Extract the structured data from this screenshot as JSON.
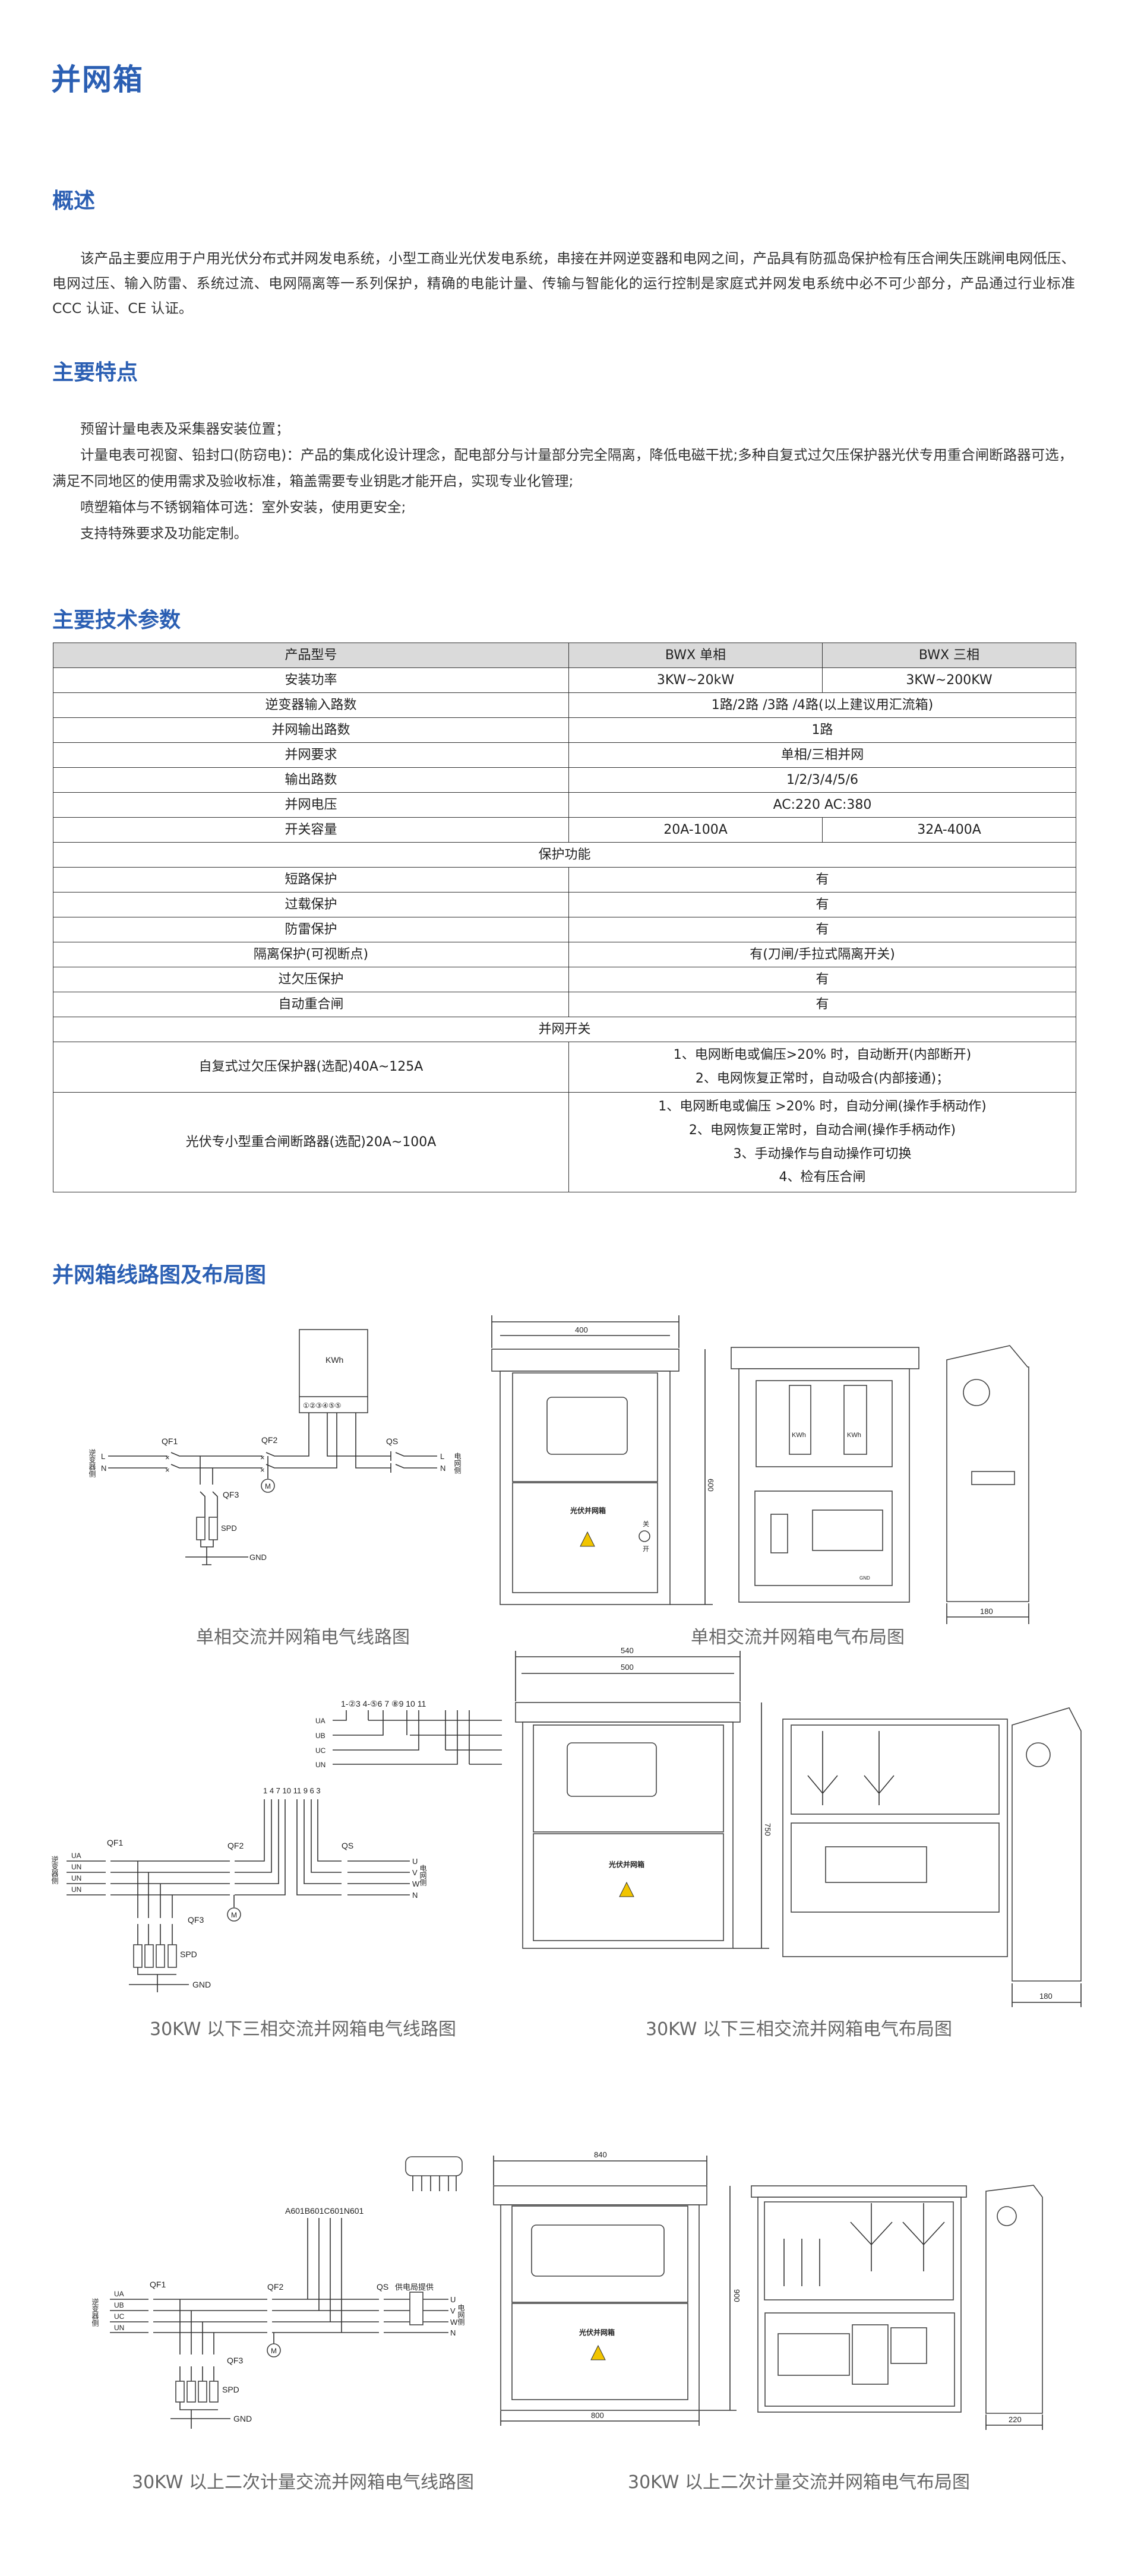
{
  "page_title": "并网箱",
  "overview": {
    "heading": "概述",
    "text": "该产品主要应用于户用光伏分布式并网发电系统，小型工商业光伏发电系统，串接在并网逆变器和电网之间，产品具有防孤岛保护检有压合闸失压跳闸电网低压、电网过压、输入防雷、系统过流、电网隔离等一系列保护，精确的电能计量、传输与智能化的运行控制是家庭式并网发电系统中必不可少部分，产品通过行业标准 CCC 认证、CE 认证。"
  },
  "features": {
    "heading": "主要特点",
    "items": [
      "预留计量电表及采集器安装位置；",
      "计量电表可视窗、铅封口(防窃电)：产品的集成化设计理念，配电部分与计量部分完全隔离，降低电磁干扰;多种自复式过欠压保护器光伏专用重合闸断路器可选，满足不同地区的使用需求及验收标准，箱盖需要专业钥匙才能开启，实现专业化管理;",
      "喷塑箱体与不锈钢箱体可选：室外安装，使用更安全;",
      "支持特殊要求及功能定制。"
    ]
  },
  "specs": {
    "heading": "主要技术参数",
    "header": [
      "产品型号",
      "BWX 单相",
      "BWX 三相"
    ],
    "rows": [
      {
        "label": "安装功率",
        "values": [
          "3KW~20kW",
          "3KW~200KW"
        ]
      },
      {
        "label": "逆变器输入路数",
        "values": [
          "1路/2路 /3路 /4路(以上建议用汇流箱)"
        ]
      },
      {
        "label": "并网输出路数",
        "values": [
          "1路"
        ]
      },
      {
        "label": "并网要求",
        "values": [
          "单相/三相并网"
        ]
      },
      {
        "label": "输出路数",
        "values": [
          "1/2/3/4/5/6"
        ]
      },
      {
        "label": "并网电压",
        "values": [
          "AC:220  AC:380"
        ]
      },
      {
        "label": "开关容量",
        "values": [
          "20A-100A",
          "32A-400A"
        ]
      },
      {
        "section": "保护功能"
      },
      {
        "label": "短路保护",
        "values": [
          "有"
        ]
      },
      {
        "label": "过载保护",
        "values": [
          "有"
        ]
      },
      {
        "label": "防雷保护",
        "values": [
          "有"
        ]
      },
      {
        "label": "隔离保护(可视断点)",
        "values": [
          "有(刀闸/手拉式隔离开关)"
        ]
      },
      {
        "label": "过欠压保护",
        "values": [
          "有"
        ]
      },
      {
        "label": "自动重合闸",
        "values": [
          "有"
        ]
      },
      {
        "section": "并网开关"
      },
      {
        "label": "自复式过欠压保护器(选配)40A~125A",
        "lines": [
          "1、电网断电或偏压>20% 时，自动断开(内部断开)",
          "2、电网恢复正常时，自动吸合(内部接通)；"
        ],
        "h": 84
      },
      {
        "label": "光伏专小型重合闸断路器(选配)20A~100A",
        "lines": [
          "1、电网断电或偏压 >20% 时，自动分闸(操作手柄动作)",
          "2、电网恢复正常时，自动合闸(操作手柄动作)",
          "3、手动操作与自动操作可切换",
          "4、检有压合闸"
        ],
        "h": 167
      }
    ]
  },
  "diagrams": {
    "heading": "并网箱线路图及布局图",
    "captions": {
      "single_circuit": "单相交流并网箱电气线路图",
      "single_layout": "单相交流并网箱电气布局图",
      "three_circuit": "30KW 以下三相交流并网箱电气线路图",
      "three_layout": "30KW 以下三相交流并网箱电气布局图",
      "secondary_circuit": "30KW 以上二次计量交流并网箱电气线路图",
      "secondary_layout": "30KW 以上二次计量交流并网箱电气布局图"
    },
    "labels": {
      "kwh": "KWh",
      "meter_terminals": "①②③④⑤⑤",
      "qf1": "QF1",
      "qf2": "QF2",
      "qf3": "QF3",
      "qs": "QS",
      "spd": "SPD",
      "gnd": "GND",
      "m": "M",
      "inverter_side": "逆变器侧",
      "grid_side": "电网侧",
      "l": "L",
      "n": "N",
      "u": "U",
      "v": "V",
      "w": "W",
      "ua": "UA",
      "ub": "UB",
      "uc": "UC",
      "un": "UN",
      "terminal_row": "1-②3 4-⑤6 7 ⑧9 10 11",
      "wire_numbers": "1 4 7 10 11 9 6 3",
      "ct_wires": "A601B601C601N601",
      "supplier": "供电局提供",
      "box_name": "光伏并网箱",
      "switch_off": "关",
      "switch_on": "开",
      "dim_400": "400",
      "dim_600": "600",
      "dim_180a": "180",
      "dim_540": "540",
      "dim_500": "500",
      "dim_750": "750",
      "dim_180b": "180",
      "dim_840": "840",
      "dim_800": "800",
      "dim_900": "900",
      "dim_220": "220"
    }
  },
  "colors": {
    "heading": "#2b5fb3",
    "warning": "#f2c500"
  }
}
